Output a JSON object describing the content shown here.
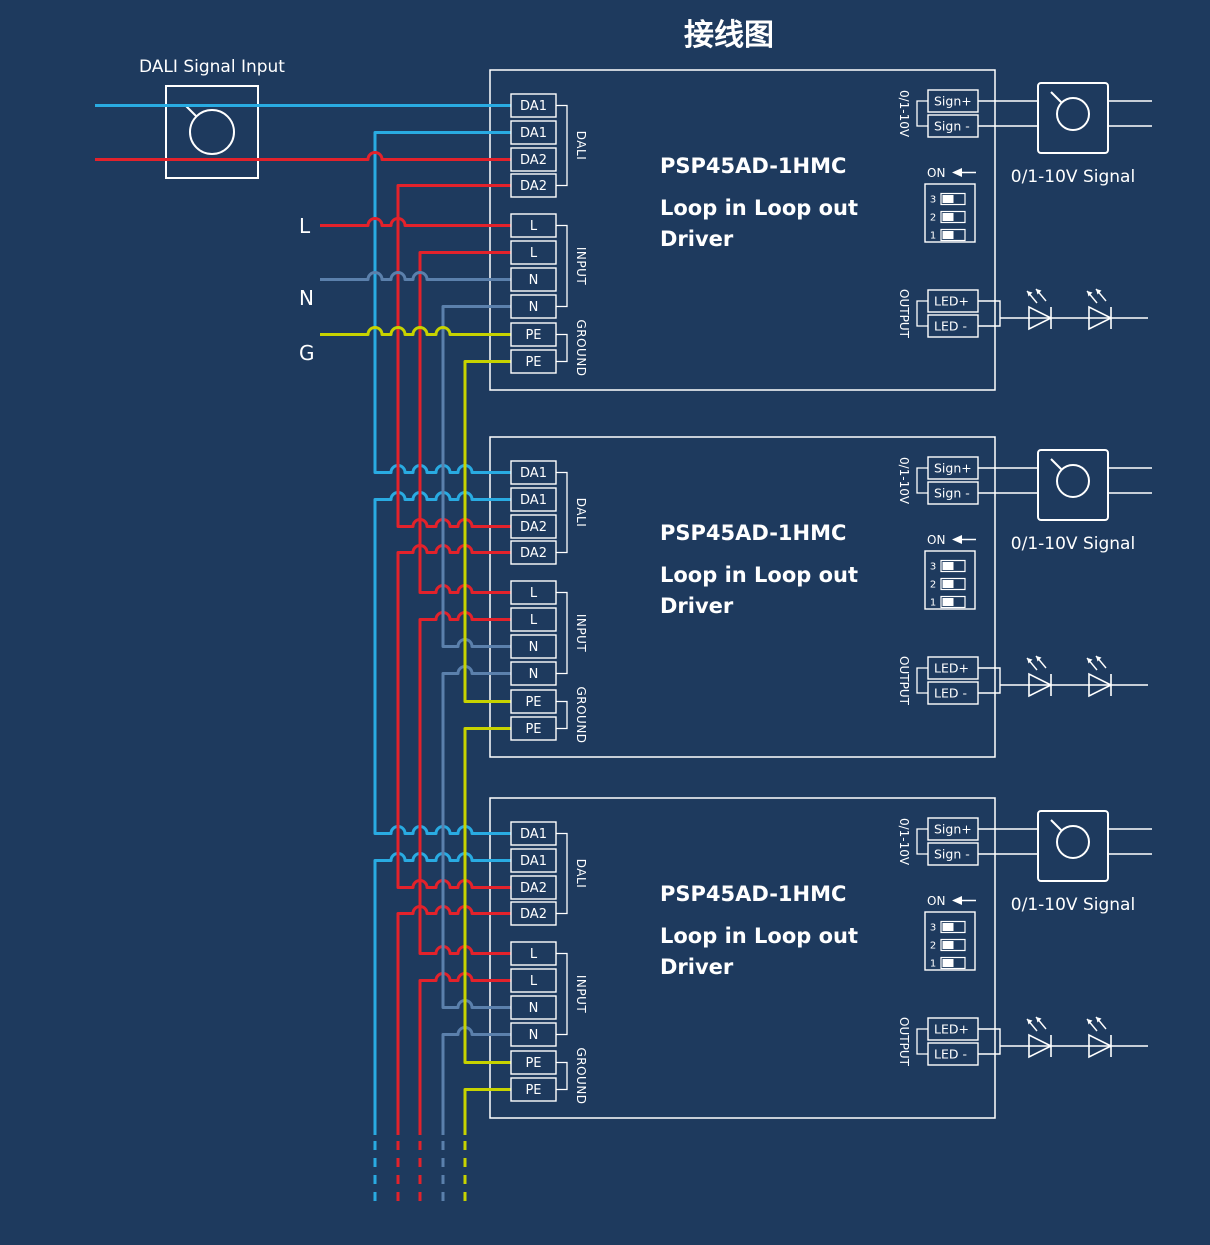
{
  "title": "接线图",
  "colors": {
    "background": "#1e3a5e",
    "white": "#ffffff",
    "dali_da1": "#29abe2",
    "dali_da2_and_live": "#e3222b",
    "neutral": "#5b80ac",
    "ground": "#c7d300"
  },
  "dali_input": {
    "label": "DALI Signal Input"
  },
  "mains_labels": {
    "l": "L",
    "n": "N",
    "g": "G"
  },
  "driver_count": 3,
  "driver": {
    "model": "PSP45AD-1HMC",
    "line1": "Loop in Loop out",
    "line2": "Driver",
    "terminals": {
      "da1": "DA1",
      "da2": "DA2",
      "l": "L",
      "n": "N",
      "pe": "PE"
    },
    "groups": {
      "dali": "DALI",
      "input": "INPUT",
      "ground": "GROUND"
    },
    "dim_section": "0/1-10V",
    "sign_plus": "Sign+",
    "sign_minus": "Sign -",
    "on": "ON",
    "dip_rows": [
      "3",
      "2",
      "1"
    ],
    "output_section": "OUTPUT",
    "led_plus": "LED+",
    "led_minus": "LED -",
    "signal_caption": "0/1-10V Signal"
  }
}
